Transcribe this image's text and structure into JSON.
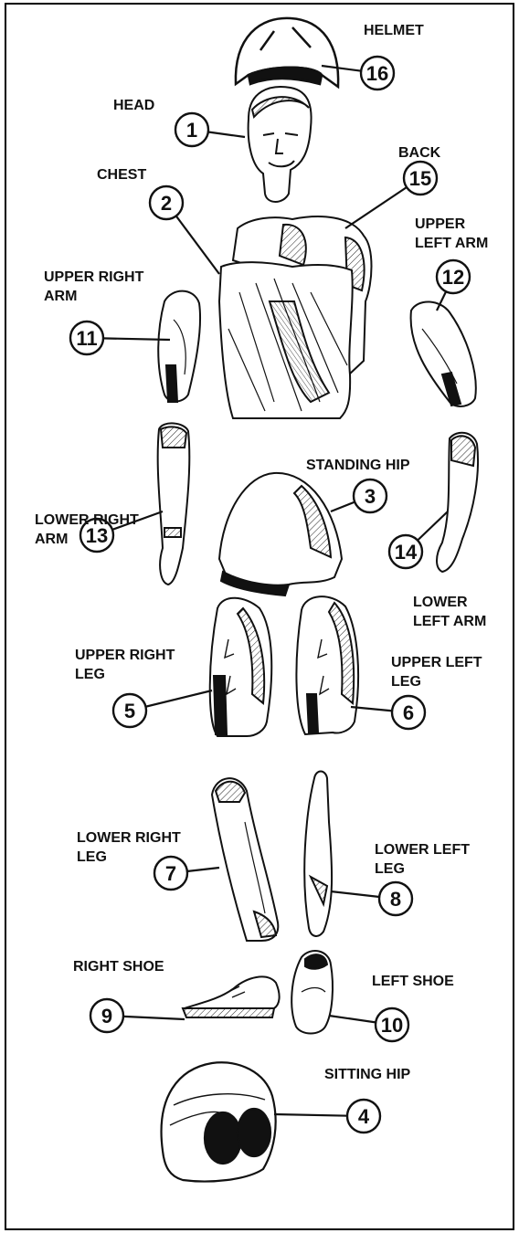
{
  "parts": [
    {
      "id": "helmet",
      "number": "16",
      "label": [
        "HELMET"
      ]
    },
    {
      "id": "head",
      "number": "1",
      "label": [
        "HEAD"
      ]
    },
    {
      "id": "back",
      "number": "15",
      "label": [
        "BACK"
      ]
    },
    {
      "id": "chest",
      "number": "2",
      "label": [
        "CHEST"
      ]
    },
    {
      "id": "upper-left-arm",
      "number": "12",
      "label": [
        "UPPER",
        "LEFT ARM"
      ]
    },
    {
      "id": "upper-right-arm",
      "number": "11",
      "label": [
        "UPPER RIGHT",
        "ARM"
      ]
    },
    {
      "id": "standing-hip",
      "number": "3",
      "label": [
        "STANDING HIP"
      ]
    },
    {
      "id": "lower-right-arm",
      "number": "13",
      "label": [
        "LOWER RIGHT",
        "ARM"
      ]
    },
    {
      "id": "lower-left-arm",
      "number": "14",
      "label": [
        "LOWER",
        "LEFT ARM"
      ]
    },
    {
      "id": "upper-right-leg",
      "number": "5",
      "label": [
        "UPPER RIGHT",
        "LEG"
      ]
    },
    {
      "id": "upper-left-leg",
      "number": "6",
      "label": [
        "UPPER LEFT",
        "LEG"
      ]
    },
    {
      "id": "lower-right-leg",
      "number": "7",
      "label": [
        "LOWER RIGHT",
        "LEG"
      ]
    },
    {
      "id": "lower-left-leg",
      "number": "8",
      "label": [
        "LOWER LEFT",
        "LEG"
      ]
    },
    {
      "id": "right-shoe",
      "number": "9",
      "label": [
        "RIGHT SHOE"
      ]
    },
    {
      "id": "left-shoe",
      "number": "10",
      "label": [
        "LEFT SHOE"
      ]
    },
    {
      "id": "sitting-hip",
      "number": "4",
      "label": [
        "SITTING HIP"
      ]
    }
  ]
}
